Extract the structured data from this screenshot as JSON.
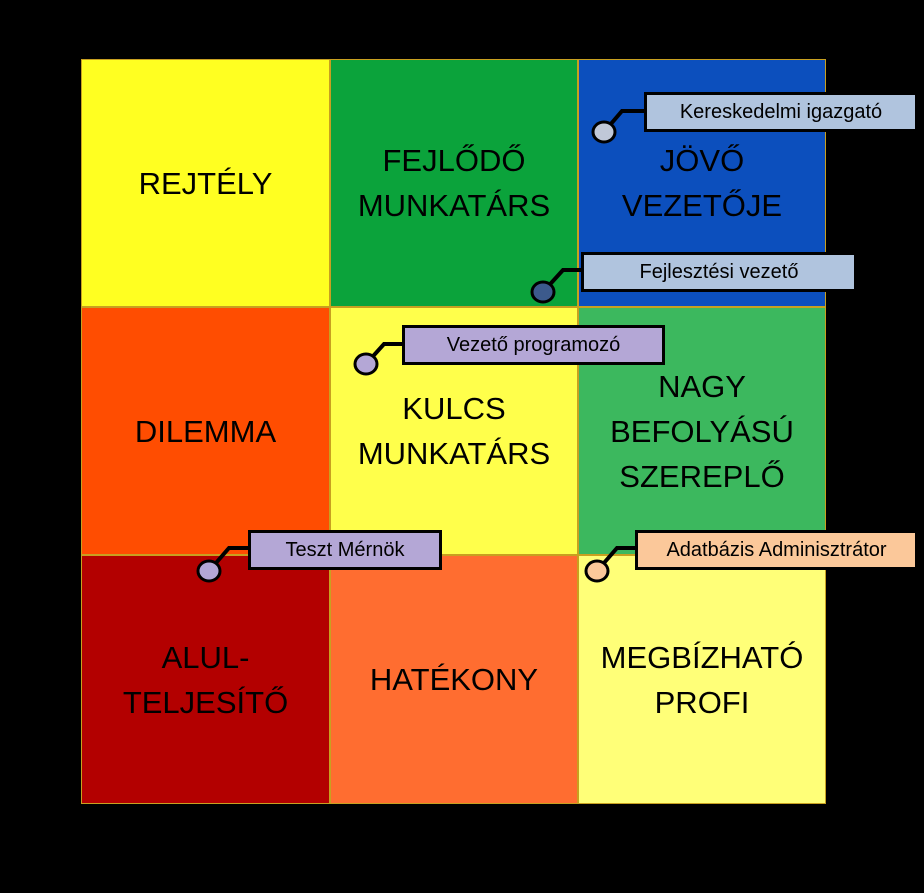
{
  "grid": {
    "cells": [
      {
        "label": "REJTÉLY",
        "color": "#ffff21"
      },
      {
        "label": "FEJLŐDŐ\nMUNKATÁRS",
        "color": "#0ba33b"
      },
      {
        "label": "JÖVŐ\nVEZETŐJE",
        "color": "#0c4fbd"
      },
      {
        "label": "DILEMMA",
        "color": "#ff4d01"
      },
      {
        "label": "KULCS\nMUNKATÁRS",
        "color": "#ffff4b"
      },
      {
        "label": "NAGY\nBEFOLYÁSÚ\nSZEREPLŐ",
        "color": "#3cb85e"
      },
      {
        "label": "ALUL-\nTELJESÍTŐ",
        "color": "#b30000"
      },
      {
        "label": "HATÉKONY",
        "color": "#ff6d30"
      },
      {
        "label": "MEGBÍZHATÓ\nPROFI",
        "color": "#ffff78"
      }
    ]
  },
  "callouts": [
    {
      "label": "Kereskedelmi igazgató",
      "box_color": "#b0c4de",
      "dot_color": "#c0c8d8"
    },
    {
      "label": "Fejlesztési vezető",
      "box_color": "#b0c4de",
      "dot_color": "#3c5a8c"
    },
    {
      "label": "Vezető programozó",
      "box_color": "#b4a7d6",
      "dot_color": "#b4a7d6"
    },
    {
      "label": "Teszt Mérnök",
      "box_color": "#b4a7d6",
      "dot_color": "#b4a7d6"
    },
    {
      "label": "Adatbázis Adminisztrátor",
      "box_color": "#fbc89a",
      "dot_color": "#fbc89a"
    }
  ]
}
